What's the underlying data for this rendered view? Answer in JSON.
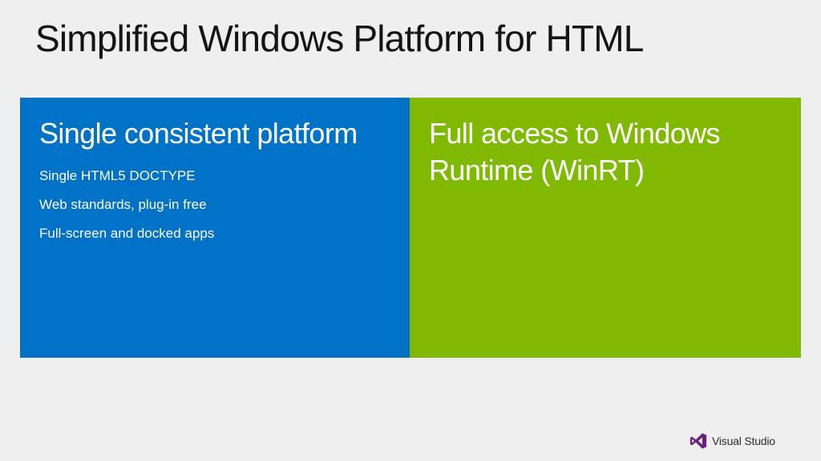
{
  "slide": {
    "title": "Simplified Windows Platform for HTML"
  },
  "tiles": [
    {
      "heading": "Single consistent platform",
      "items": [
        "Single HTML5 DOCTYPE",
        "Web standards, plug-in free",
        "Full-screen and docked apps"
      ],
      "color": "#0072C6"
    },
    {
      "heading": "Full access to Windows Runtime (WinRT)",
      "color": "#7FBA00"
    }
  ],
  "footer": {
    "brand_text": "Visual Studio",
    "logo_icon": "visual-studio-logo",
    "logo_color": "#68217A"
  },
  "colors": {
    "background": "#EFEFEF",
    "title_text": "#141414"
  }
}
